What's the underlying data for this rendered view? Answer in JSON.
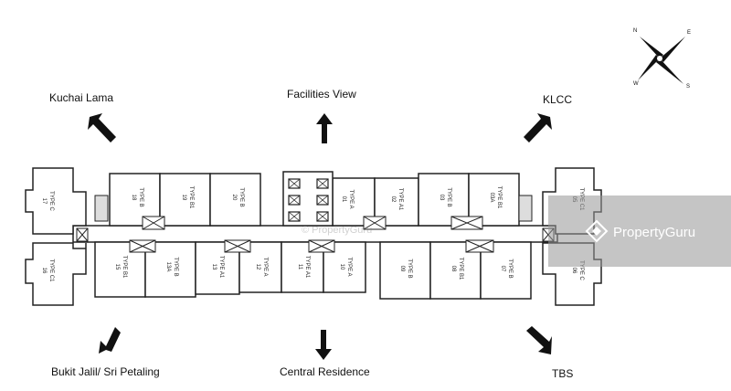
{
  "directions": {
    "top_left": "Kuchai Lama",
    "top_center": "Facilities View",
    "top_right": "KLCC",
    "bottom_left": "Bukit Jalil/ Sri Petaling",
    "bottom_center": "Central Residence",
    "bottom_right": "TBS"
  },
  "compass": {
    "n": "N",
    "e": "E",
    "s": "S",
    "w": "W"
  },
  "units_top": [
    {
      "type": "TYPE C",
      "no": "17"
    },
    {
      "type": "TYPE B",
      "no": "18"
    },
    {
      "type": "TYPE B1",
      "no": "19"
    },
    {
      "type": "TYPE B",
      "no": "20"
    },
    {
      "type": "TYPE A",
      "no": "01"
    },
    {
      "type": "TYPE A1",
      "no": "02"
    },
    {
      "type": "TYPE B",
      "no": "03"
    },
    {
      "type": "TYPE B1",
      "no": "03A"
    },
    {
      "type": "TYPE C1",
      "no": "05"
    }
  ],
  "units_bottom": [
    {
      "type": "TYPE C1",
      "no": "16"
    },
    {
      "type": "TYPE B1",
      "no": "15"
    },
    {
      "type": "TYPE B",
      "no": "13A"
    },
    {
      "type": "TYPE A1",
      "no": "13"
    },
    {
      "type": "TYPE A",
      "no": "12"
    },
    {
      "type": "TYPE A1",
      "no": "11"
    },
    {
      "type": "TYPE A",
      "no": "10"
    },
    {
      "type": "TYPE B",
      "no": "09"
    },
    {
      "type": "TYPE B1",
      "no": "08"
    },
    {
      "type": "TYPE B",
      "no": "07"
    },
    {
      "type": "TYPE C",
      "no": "06"
    }
  ],
  "watermark": {
    "brand": "PropertyGuru",
    "faded": "© PropertyGuru"
  },
  "colors": {
    "line": "#222222",
    "wall": "#444444",
    "arrow": "#111111",
    "watermark": "#969696"
  }
}
